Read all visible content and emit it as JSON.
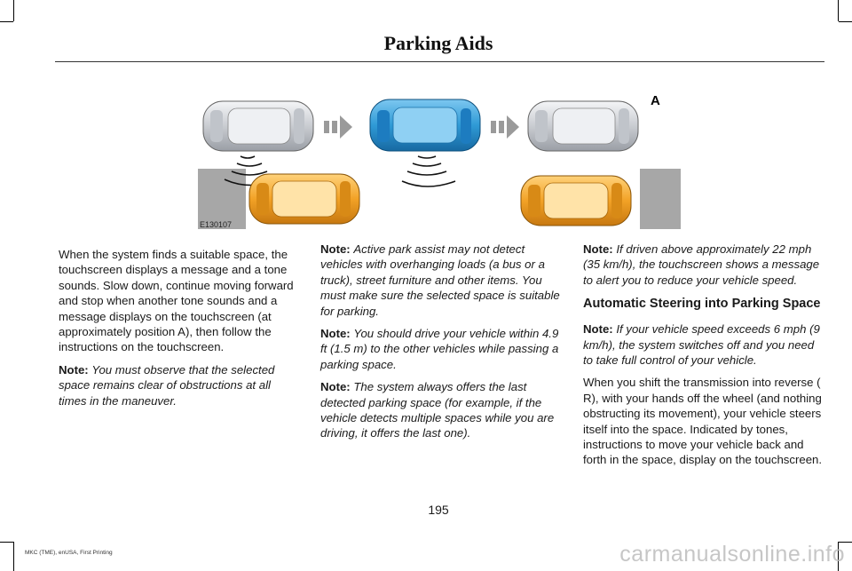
{
  "header": {
    "title": "Parking Aids"
  },
  "figure": {
    "callout": "A",
    "code": "E130107"
  },
  "col1": {
    "p1": "When the system finds a suitable space, the touchscreen displays a message and a tone sounds. Slow down, continue moving forward and stop when another tone sounds and a message displays on the touchscreen (at approximately position A), then follow the instructions on the touchscreen.",
    "note1_label": "Note:",
    "note1_text": "You must observe that the selected space remains clear of obstructions at all times in the maneuver."
  },
  "col2": {
    "note1_label": "Note:",
    "note1_text": "Active park assist may not detect vehicles with overhanging loads (a bus or a truck), street furniture and other items. You must make sure the selected space is suitable for parking.",
    "note2_label": "Note:",
    "note2_text": "You should drive your vehicle within 4.9 ft (1.5 m) to the other vehicles while passing a parking space.",
    "note3_label": "Note:",
    "note3_text": "The system always offers the last detected parking space (for example, if the vehicle detects multiple spaces while you are driving, it offers the last one)."
  },
  "col3": {
    "note1_label": "Note:",
    "note1_text": "If driven above approximately 22 mph (35 km/h), the touchscreen shows a message to alert you to reduce your vehicle speed.",
    "heading": "Automatic Steering into Parking Space",
    "note2_label": "Note:",
    "note2_text": "If your vehicle speed exceeds 6 mph (9 km/h), the system switches off and you need to take full control of your vehicle.",
    "p1": "When you shift the transmission into reverse ( R), with your hands off the wheel (and nothing obstructing its movement), your vehicle steers itself into the space. Indicated by tones, instructions to move your vehicle back and forth in the space, display on the touchscreen."
  },
  "page_number": "195",
  "footer": "MKC (TME), enUSA, First Printing",
  "watermark": "carmanualsonline.info",
  "colors": {
    "silver_car": "#d6d8dc",
    "blue_car": "#2f9ad6",
    "orange_car": "#f2a226",
    "gray_block": "#a7a7a7"
  }
}
